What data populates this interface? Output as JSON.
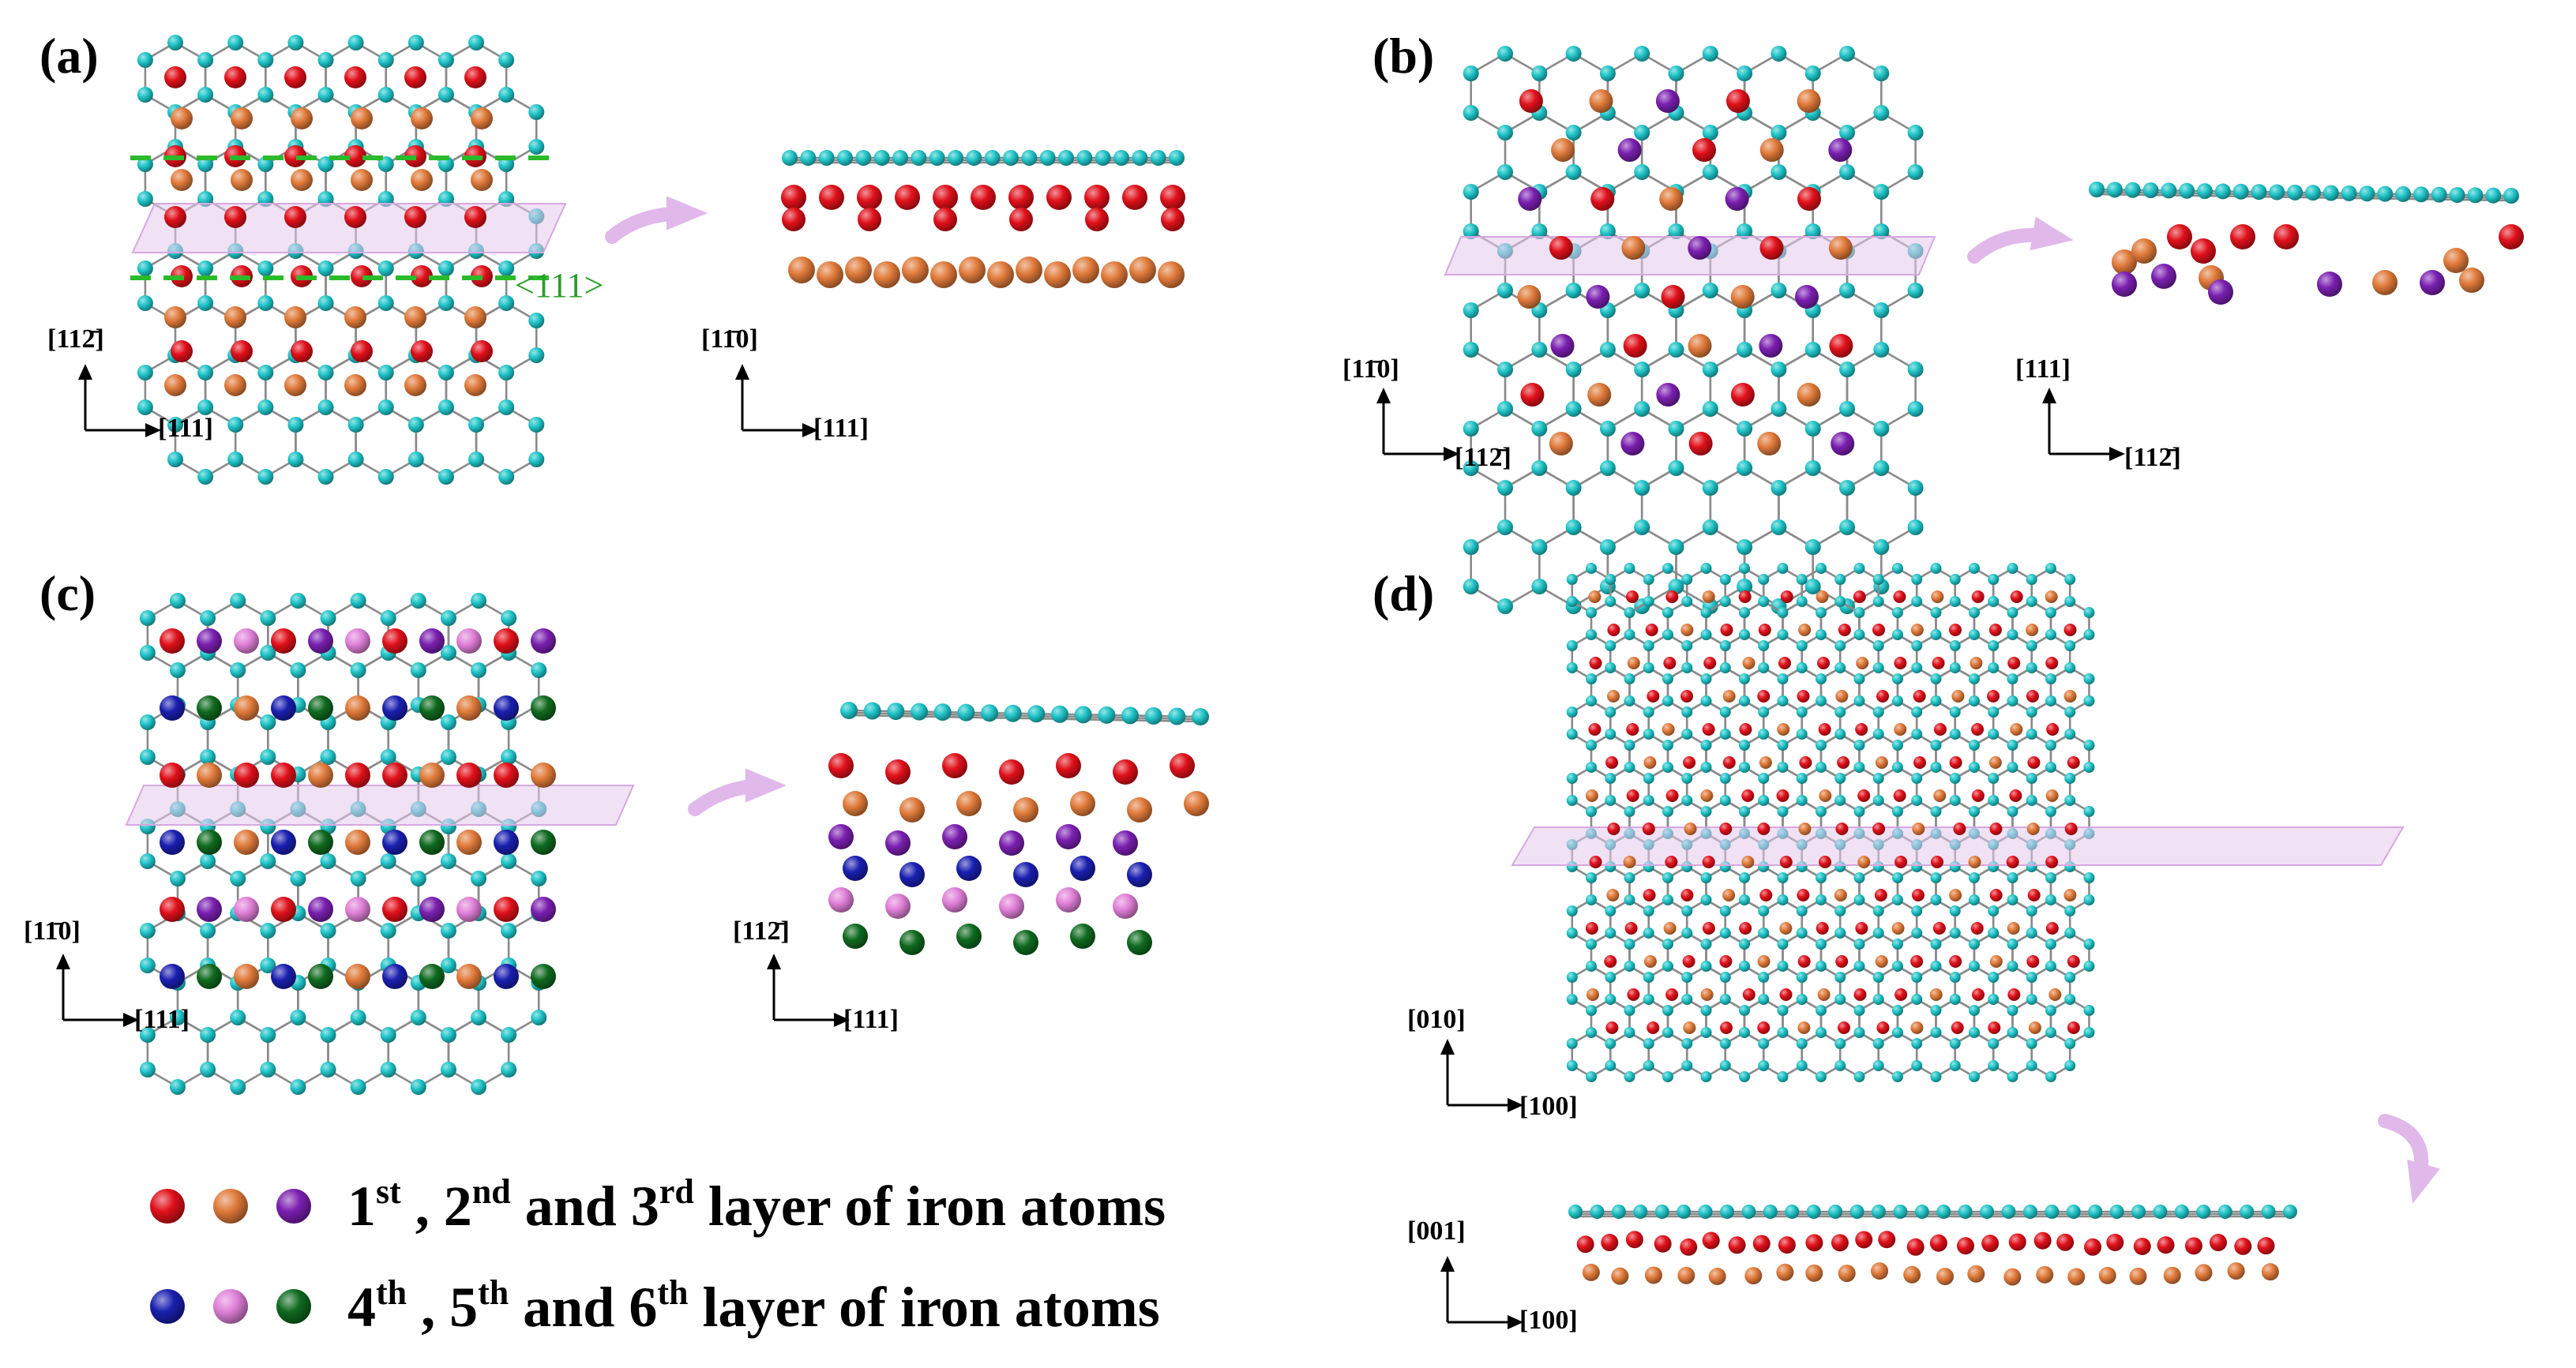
{
  "colors": {
    "carbon": "#1fc4c8",
    "layer1": "#e0101a",
    "layer2": "#e07a3a",
    "layer3": "#7a1fb0",
    "layer4": "#1a1fb0",
    "layer5": "#e080d8",
    "layer6": "#0f6a1f",
    "plane": "#e6c9ec",
    "arrow": "#e0b8ea",
    "dashed": "#2aba2a"
  },
  "panels": {
    "a": {
      "label": "(a)",
      "main_axes": {
        "vertical": "[112̄]",
        "horizontal": "[111]"
      },
      "side_axes": {
        "vertical": "[11̄0]",
        "horizontal": "[111]"
      },
      "direction_label": "<111>"
    },
    "b": {
      "label": "(b)",
      "main_axes": {
        "vertical": "[11̄0]",
        "horizontal": "[112̄]"
      },
      "side_axes": {
        "vertical": "[111]",
        "horizontal": "[112̄]"
      }
    },
    "c": {
      "label": "(c)",
      "main_axes": {
        "vertical": "[11̄0]",
        "horizontal": "[111]"
      },
      "side_axes": {
        "vertical": "[112̄]",
        "horizontal": "[111]"
      }
    },
    "d": {
      "label": "(d)",
      "main_axes": {
        "vertical": "[010]",
        "horizontal": "[100]"
      },
      "side_axes": {
        "vertical": "[001]",
        "horizontal": "[100]"
      }
    }
  },
  "legend": {
    "row1": {
      "o1": "1",
      "s1": "st",
      "t1": " , 2",
      "s2": "nd",
      "t2": " and 3",
      "s3": "rd",
      "t3": " layer of iron atoms"
    },
    "row2": {
      "o1": "4",
      "s1": "th",
      "t1": " , 5",
      "s2": "th",
      "t2": " and 6",
      "s3": "th",
      "t3": " layer of iron atoms"
    }
  }
}
